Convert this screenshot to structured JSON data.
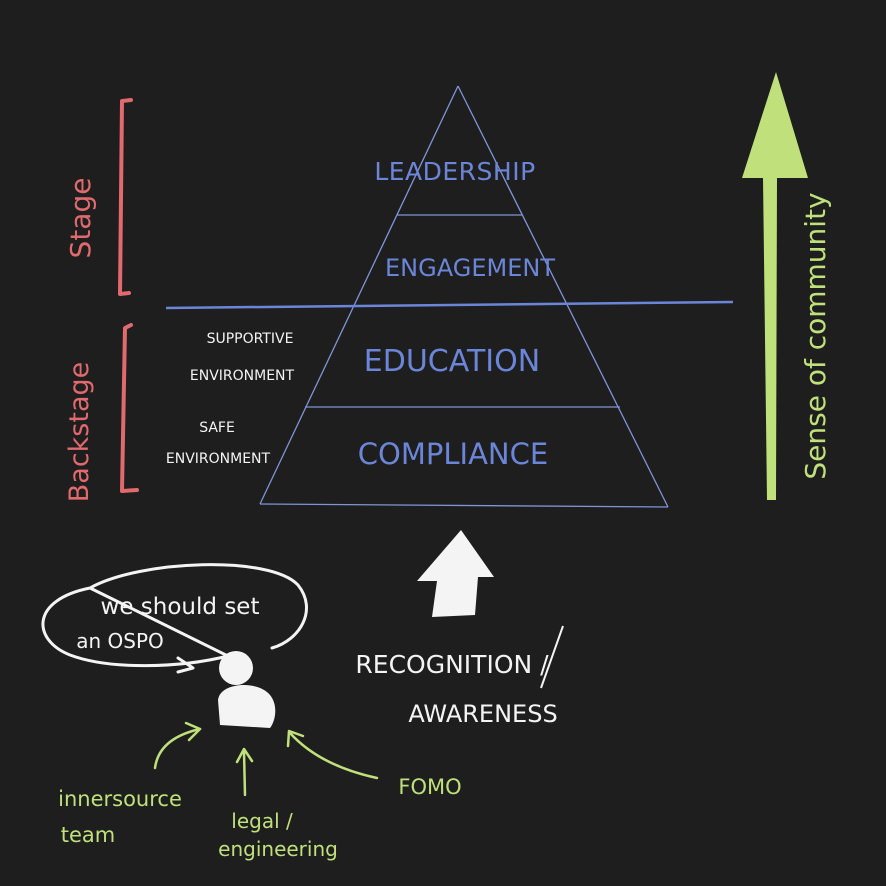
{
  "colors": {
    "background": "#1e1e1e",
    "pyramid_text": "#6b86d8",
    "pyramid_lines": "#7f95d8",
    "stage_red": "#e06a6e",
    "community_green": "#bfe07a",
    "white": "#f4f4f4"
  },
  "pyramid": {
    "levels": [
      {
        "label": "LEADERSHIP"
      },
      {
        "label": "ENGAGEMENT"
      },
      {
        "label": "EDUCATION"
      },
      {
        "label": "COMPLIANCE"
      }
    ]
  },
  "side_labels": {
    "stage": "Stage",
    "backstage": "Backstage",
    "supportive_line1": "SUPPORTIVE",
    "supportive_line2": "ENVIRONMENT",
    "safe_line1": "SAFE",
    "safe_line2": "ENVIRONMENT",
    "sense_of_community": "Sense of community"
  },
  "bottom": {
    "speech_line1": "we should set",
    "speech_line2": "an OSPO",
    "recognition_line1": "RECOGNITION /",
    "recognition_line2": "AWARENESS",
    "innersource_line1": "innersource",
    "innersource_line2": "team",
    "legal_line1": "legal /",
    "legal_line2": "engineering",
    "fomo": "FOMO"
  }
}
